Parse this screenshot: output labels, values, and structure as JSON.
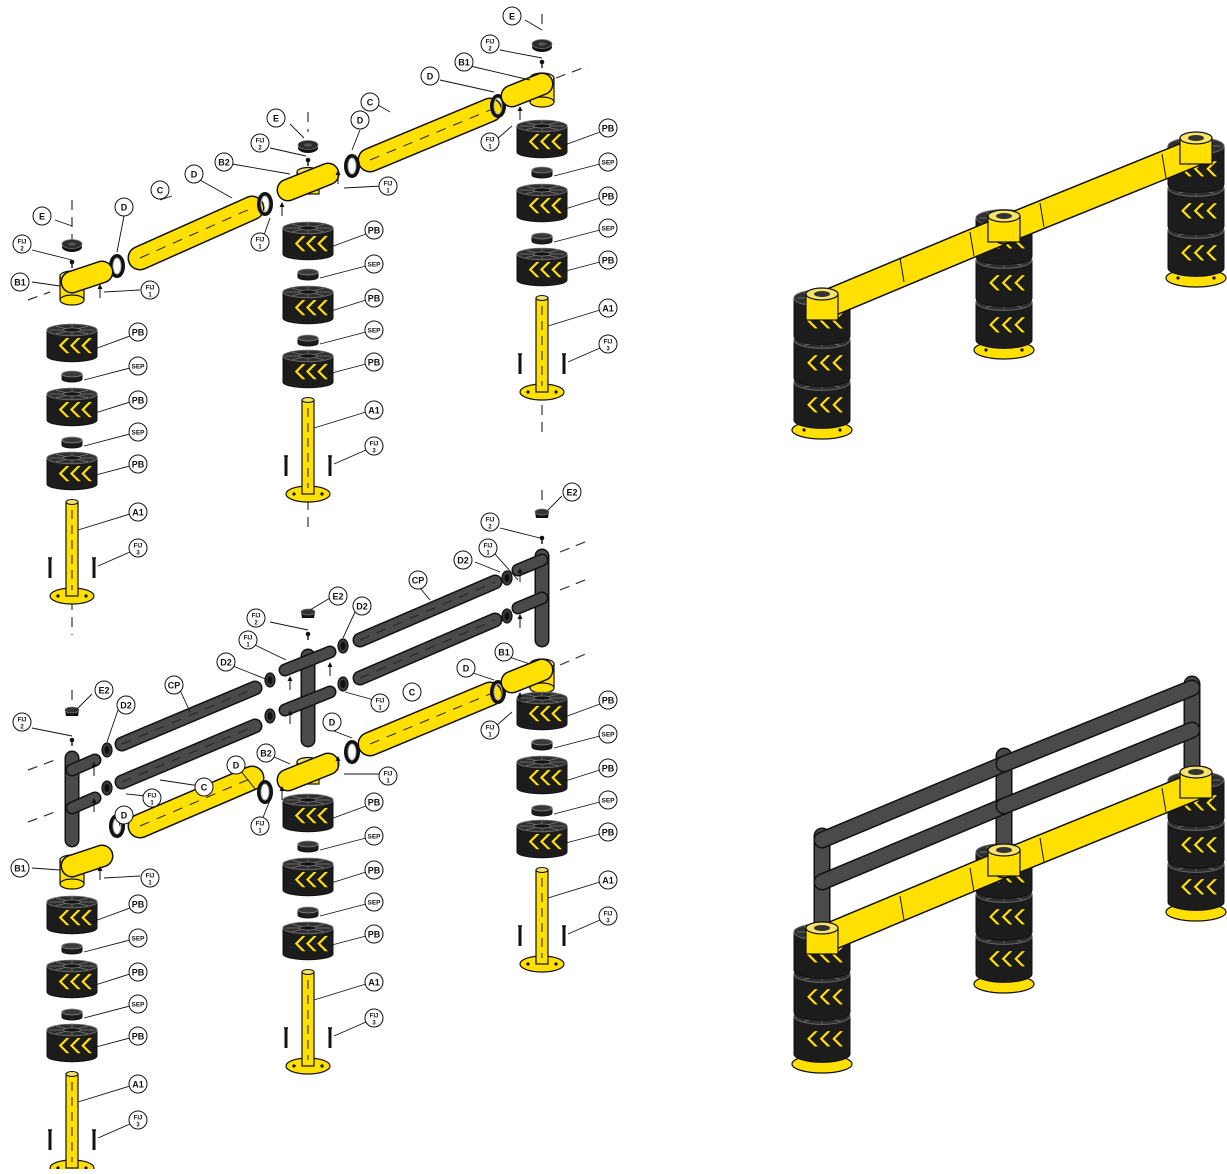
{
  "labels": {
    "E": "E",
    "E2": "E2",
    "B1": "B1",
    "B2": "B2",
    "C": "C",
    "CP": "CP",
    "D": "D",
    "D2": "D2",
    "PB": "PB",
    "SEP": "SEP",
    "A1": "A1",
    "FIJ": "FIJ",
    "one": "1",
    "two": "2",
    "three": "3"
  },
  "colors": {
    "yellow": "#FFE000",
    "dark_gray": "#4a4a4a",
    "black": "#1c1c1c",
    "outline": "#111111"
  },
  "views": [
    {
      "name": "single-rail exploded view"
    },
    {
      "name": "single-rail assembled view"
    },
    {
      "name": "double-handrail exploded view"
    },
    {
      "name": "double-handrail assembled view"
    }
  ]
}
